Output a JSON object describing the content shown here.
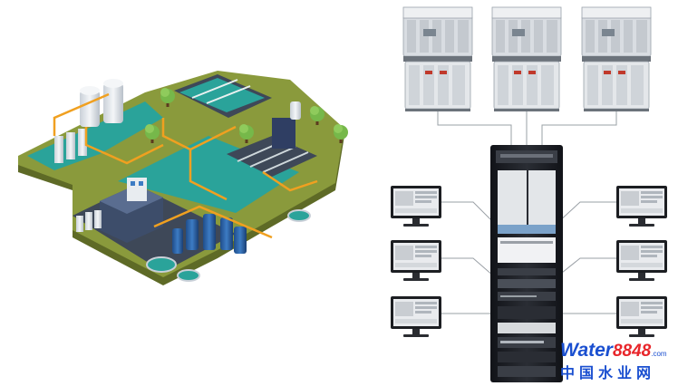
{
  "watermark": {
    "brand_word": "Water",
    "brand_number": "8848",
    "brand_suffix": ".com",
    "chinese_name": "中国水业网",
    "colors": {
      "blue": "#1a4fd0",
      "red": "#e8262b"
    }
  },
  "scene": {
    "left_panel": "isometric-water-treatment-plant",
    "top_devices": [
      "plc-controller",
      "plc-controller",
      "plc-controller"
    ],
    "center_device": "server-rack-cabinet",
    "workstations_left": [
      "monitor",
      "monitor",
      "monitor"
    ],
    "workstations_right": [
      "monitor",
      "monitor",
      "monitor"
    ],
    "colors": {
      "ground": "#8a9a3c",
      "ground_side": "#5e6a26",
      "water": "#2aa39a",
      "road": "#3e4858",
      "pipe": "#f0a020",
      "tank": "#e8ecf0",
      "tree": "#76b84a",
      "rack": "#1d1f24",
      "plc": "#d9dde2",
      "line": "#9aa0a6"
    }
  }
}
